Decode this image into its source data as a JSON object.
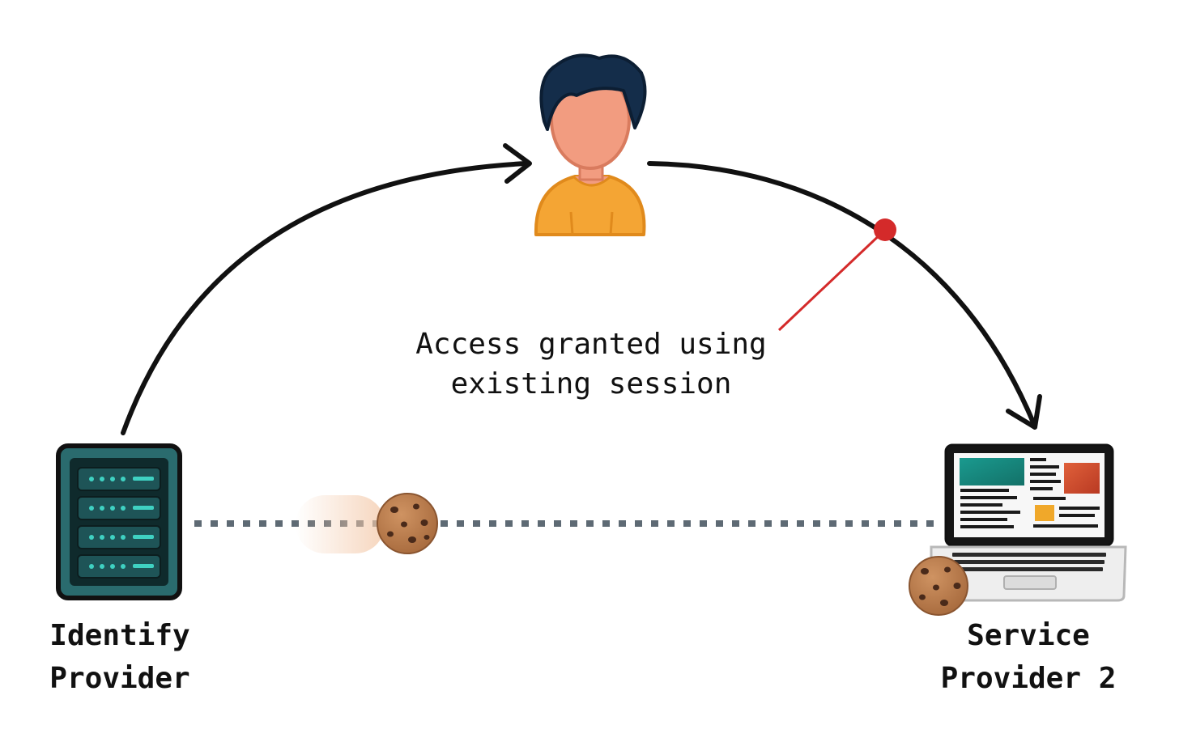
{
  "nodes": {
    "identity_provider": {
      "line1": "Identify",
      "line2": "Provider"
    },
    "service_provider": {
      "line1": "Service",
      "line2": "Provider 2"
    }
  },
  "annotation": {
    "line1": "Access granted using",
    "line2": "existing session"
  },
  "colors": {
    "arrow": "#111111",
    "annotation_pointer": "#d42a2a",
    "server_body": "#2a6b6e",
    "server_light": "#3fd1c2",
    "person_hair": "#142d4a",
    "person_skin": "#f29c80",
    "person_shirt": "#f4a534",
    "cookie": "#b87a4b",
    "session_line": "#5e6a74",
    "laptop_teal": "#1d8f85",
    "laptop_red": "#d44a2e",
    "laptop_yellow": "#f0a82a"
  }
}
